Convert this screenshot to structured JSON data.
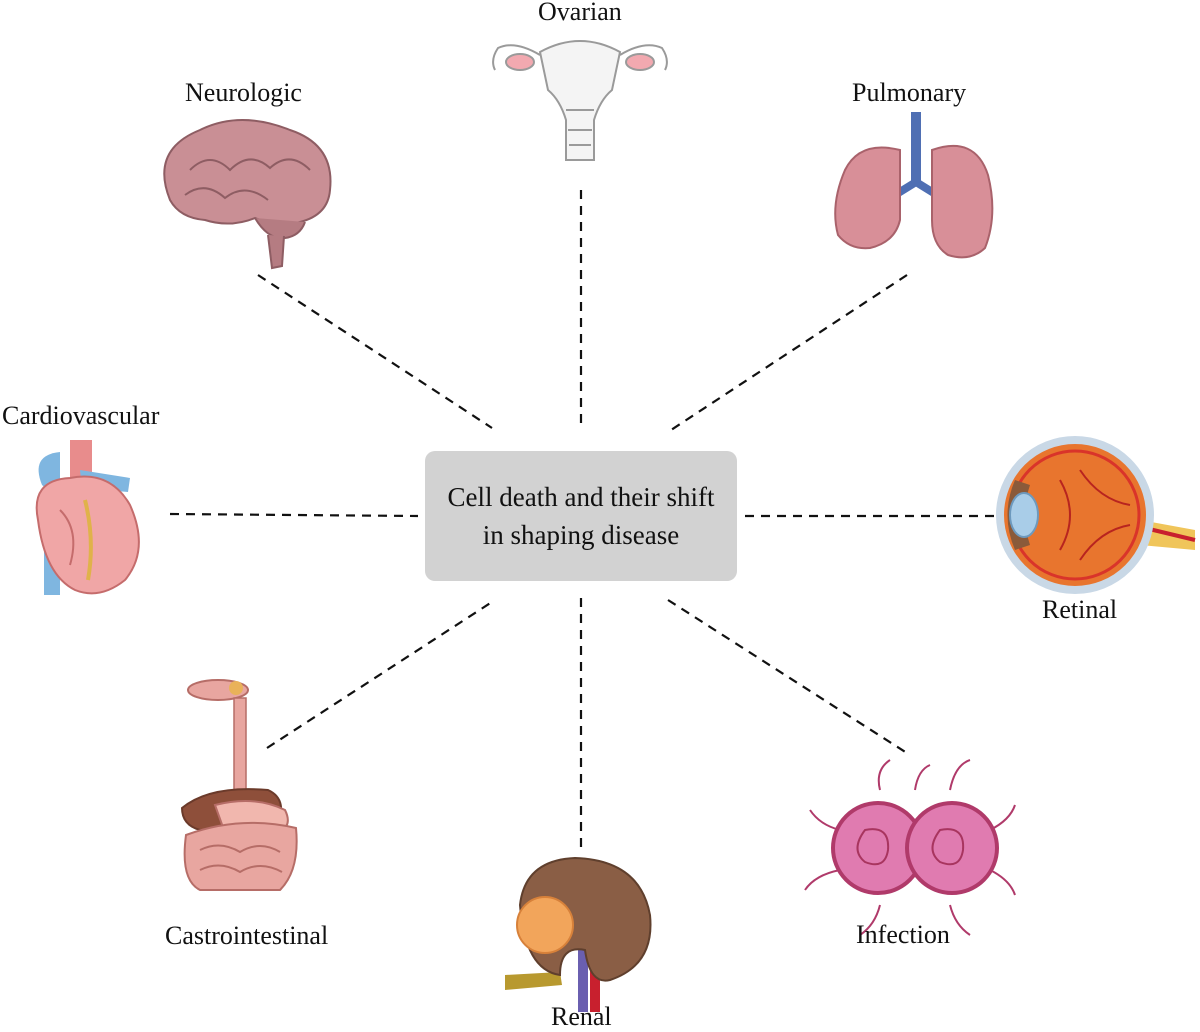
{
  "center": {
    "line1": "Cell death and their shift",
    "line2": "in shaping disease"
  },
  "labels": {
    "ovarian": "Ovarian",
    "neurologic": "Neurologic",
    "pulmonary": "Pulmonary",
    "cardiovascular": "Cardiovascular",
    "retinal": "Retinal",
    "gastrointestinal": "Castrointestinal",
    "renal": "Renal",
    "infection": "Infection"
  },
  "colors": {
    "brain": "#c98f95",
    "lung": "#d88f98",
    "trachea": "#4f6fb3",
    "heart": "#f0a6a6",
    "vessel_blue": "#7fb6e0",
    "eye_orange": "#e8752e",
    "kidney": "#8a5e45",
    "tumor": "#f2a55b",
    "bacteria": "#e07bb0",
    "bacteria_edge": "#b03a6a",
    "uterus_outline": "#9a9a9a",
    "intestine": "#e8a6a0"
  },
  "icons": [
    "uterus-icon",
    "brain-icon",
    "lungs-icon",
    "heart-icon",
    "eye-icon",
    "digestive-system-icon",
    "kidney-icon",
    "bacteria-icon"
  ]
}
